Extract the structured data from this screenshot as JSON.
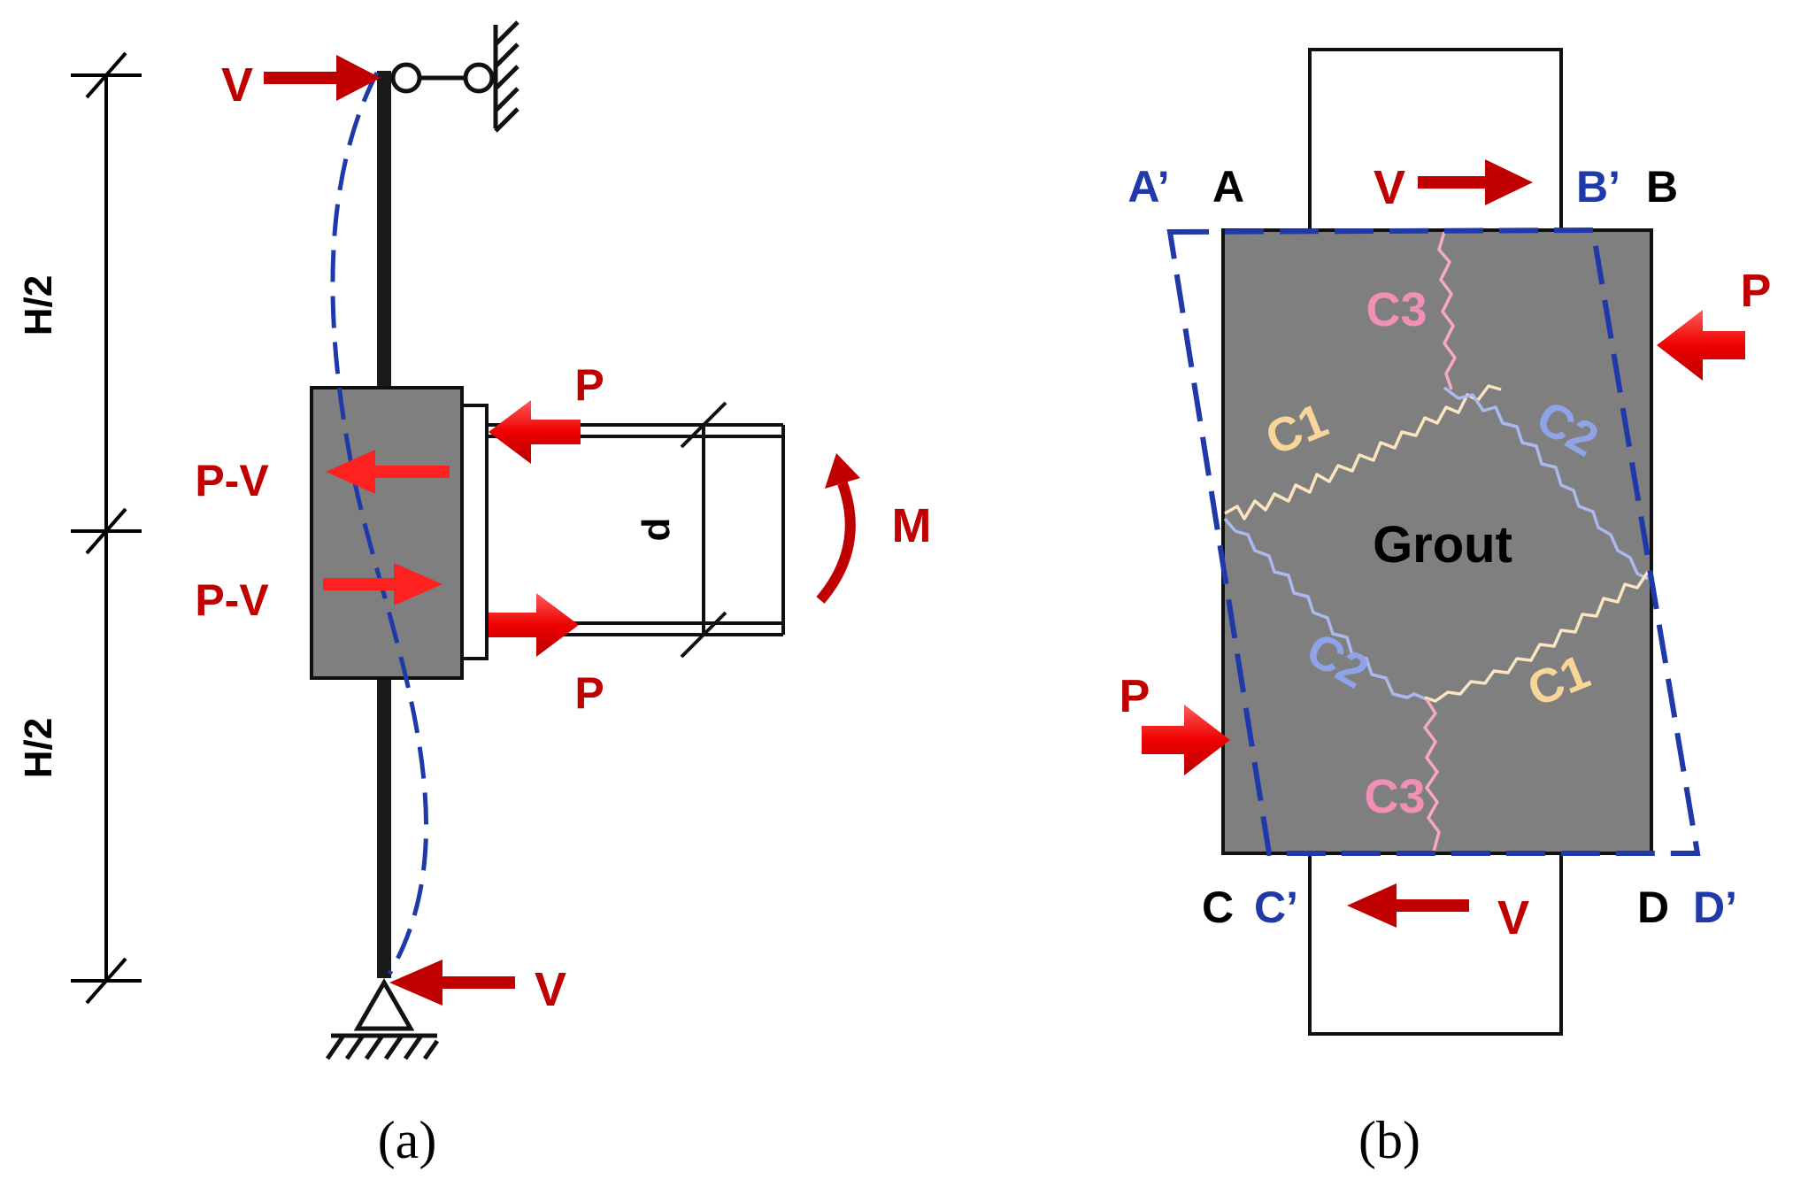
{
  "colors": {
    "force": "#c00000",
    "force_light": "#ff2020",
    "deformed": "#1f3aa8",
    "grout": "#7f7f7f",
    "crack_c1": "#fbe5c0",
    "crack_c2": "#aab9ef",
    "crack_c3": "#f7a8c4",
    "crack_label_c1": "#f8d69a",
    "crack_label_c2": "#8fa3e8",
    "crack_label_c3": "#f28fb6"
  },
  "panel_a": {
    "caption": "(a)",
    "dim_top": "H/2",
    "dim_bottom": "H/2",
    "force_v_top": "V",
    "force_v_bottom": "V",
    "force_p_top": "P",
    "force_p_bottom": "P",
    "force_pv_top": "P-V",
    "force_pv_bottom": "P-V",
    "moment": "M",
    "depth": "d"
  },
  "panel_b": {
    "caption": "(b)",
    "material": "Grout",
    "corner_a_prime": "A’",
    "corner_a": "A",
    "corner_b_prime": "B’",
    "corner_b": "B",
    "corner_c": "C",
    "corner_c_prime": "C’",
    "corner_d": "D",
    "corner_d_prime": "D’",
    "force_v_top": "V",
    "force_v_bottom": "V",
    "force_p_right": "P",
    "force_p_left": "P",
    "crack_c1_upper": "C1",
    "crack_c1_lower": "C1",
    "crack_c2_upper": "C2",
    "crack_c2_lower": "C2",
    "crack_c3_upper": "C3",
    "crack_c3_lower": "C3"
  }
}
